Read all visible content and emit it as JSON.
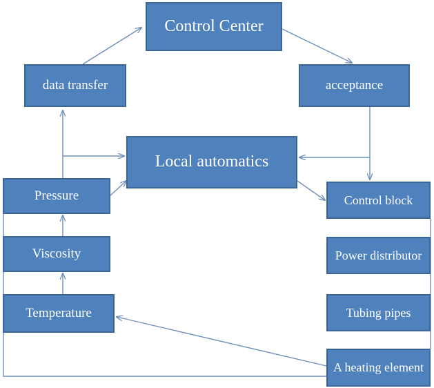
{
  "diagram": {
    "nodes": {
      "control_center": "Control Center",
      "data_transfer": "data transfer",
      "acceptance": "acceptance",
      "local_automatics": "Local automatics",
      "pressure": "Pressure",
      "viscosity": "Viscosity",
      "temperature": "Temperature",
      "control_block": "Control block",
      "power_distributor": "Power distributor",
      "tubing_pipes": "Tubing pipes",
      "heating_element": "A heating element"
    },
    "colors": {
      "box_fill": "#4f81bd",
      "box_border": "#3a6595",
      "text": "#ffffff",
      "connector": "#6f8fb8"
    }
  }
}
